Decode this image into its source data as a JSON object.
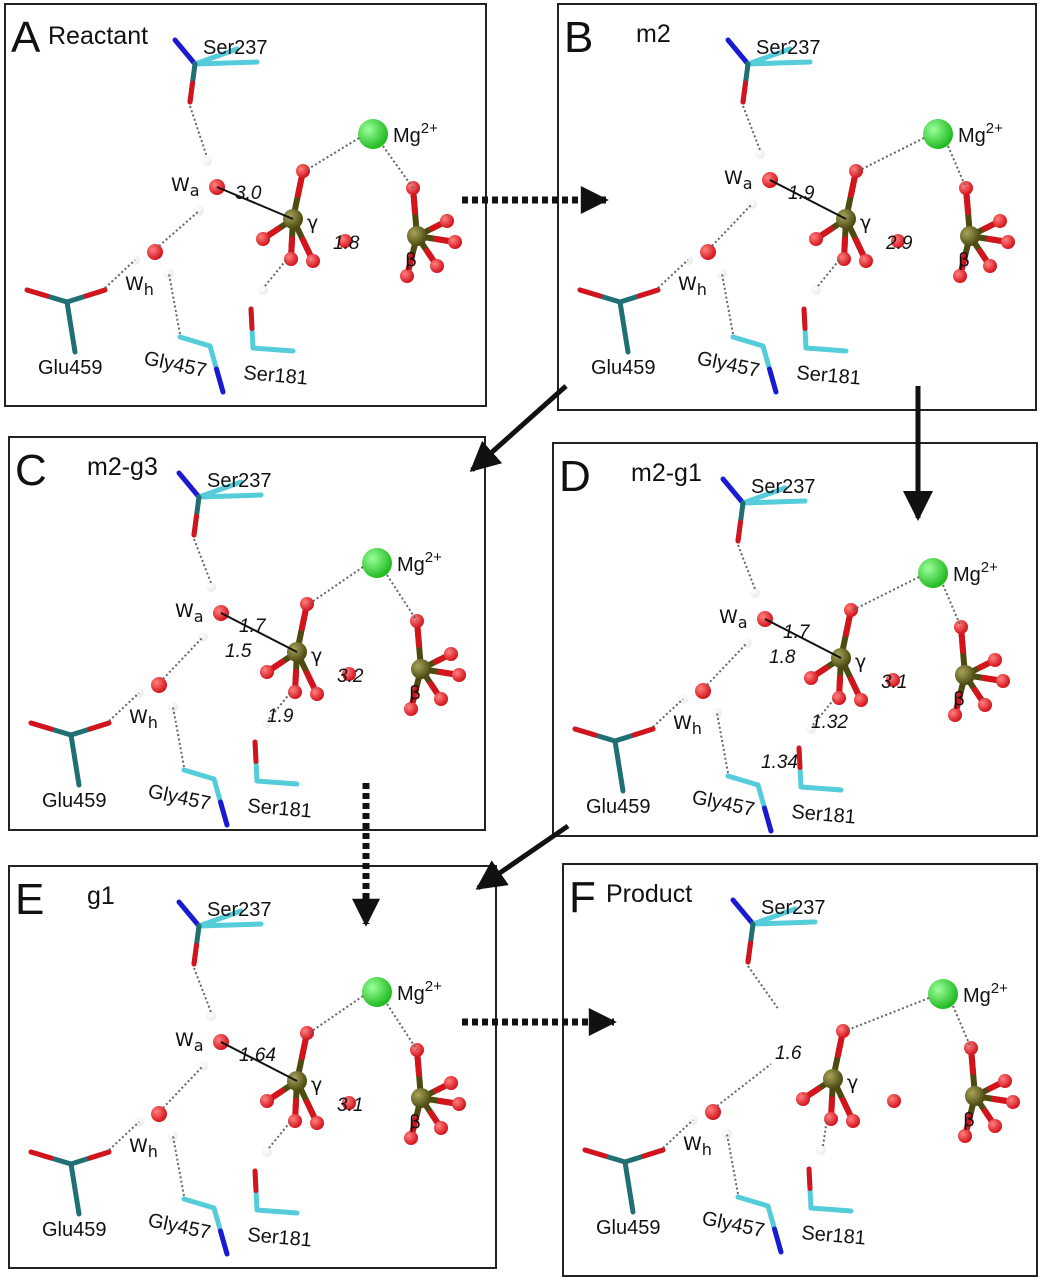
{
  "colors": {
    "oxygen": "#d4141c",
    "hydrogen": "#ececec",
    "phosphorus": "#4d4a12",
    "magnesium": "#22bb22",
    "carbon": "#1f6f73",
    "carbon_light": "#55ccd9",
    "nitrogen": "#1a1ad0",
    "frame": "#222222"
  },
  "labels": {
    "ser237": "Ser237",
    "ser181": "Ser181",
    "glu459": "Glu459",
    "gly457": "Gly457",
    "mg_base": "Mg",
    "mg_charge": "2+",
    "w": "W",
    "a": "a",
    "h": "h",
    "gamma": "γ",
    "beta": "β"
  },
  "panels": [
    {
      "id": "A",
      "letter": "A",
      "title": "Reactant",
      "distances": [
        "3.0",
        "1.8"
      ]
    },
    {
      "id": "B",
      "letter": "B",
      "title": "m2",
      "distances": [
        "1.9",
        "2.9"
      ]
    },
    {
      "id": "C",
      "letter": "C",
      "title": "m2-g3",
      "distances": [
        "1.7",
        "3.2",
        "1.5",
        "1.9"
      ]
    },
    {
      "id": "D",
      "letter": "D",
      "title": "m2-g1",
      "distances": [
        "1.7",
        "3.1",
        "1.8",
        "1.32",
        "1.34"
      ]
    },
    {
      "id": "E",
      "letter": "E",
      "title": "g1",
      "distances": [
        "1.64",
        "3.1"
      ]
    },
    {
      "id": "F",
      "letter": "F",
      "title": "Product",
      "distances": [
        "1.6"
      ]
    }
  ],
  "arrows": [
    {
      "from": "A",
      "to": "B",
      "style": "dashed"
    },
    {
      "from": "B",
      "to": "C",
      "style": "solid"
    },
    {
      "from": "B",
      "to": "D",
      "style": "solid"
    },
    {
      "from": "C",
      "to": "E",
      "style": "dashed"
    },
    {
      "from": "D",
      "to": "E",
      "style": "solid"
    },
    {
      "from": "E",
      "to": "F",
      "style": "dashed"
    }
  ]
}
